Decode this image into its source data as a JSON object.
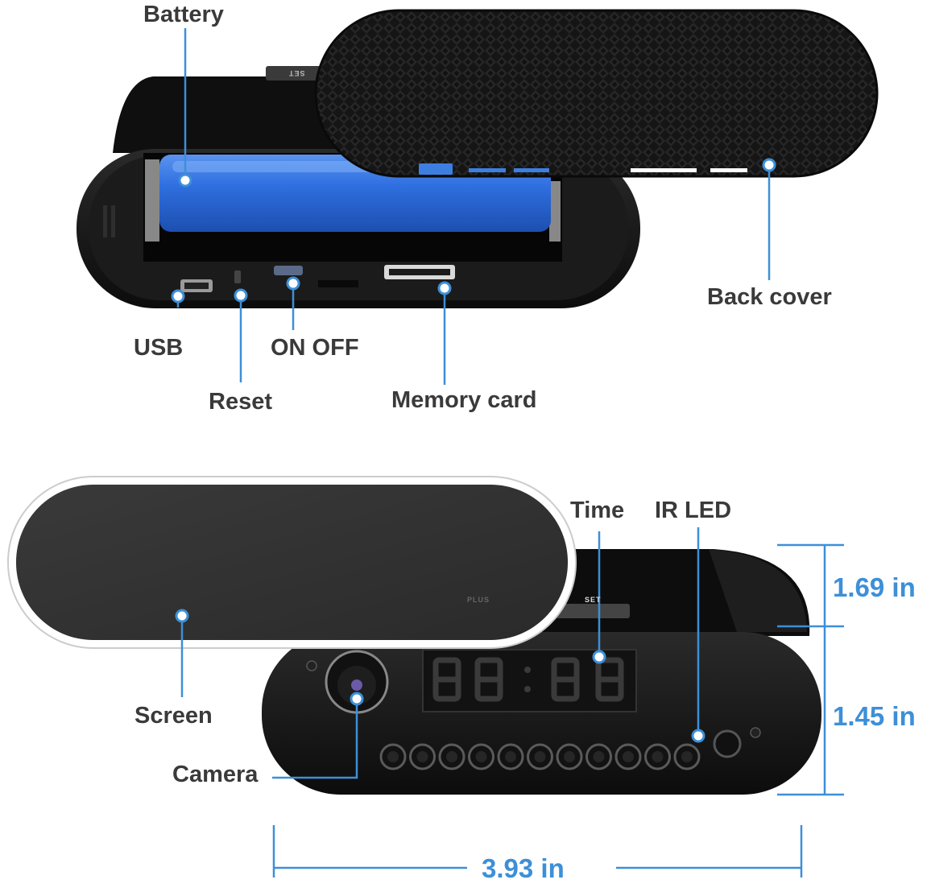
{
  "colors": {
    "callout": "#3d8fd8",
    "label_text": "#3a3a3a",
    "device_body": "#1a1a1a",
    "battery": "#2f6fe0",
    "dimension_text": "#3d8fd8"
  },
  "top_view": {
    "labels": {
      "battery": "Battery",
      "back_cover": "Back cover",
      "usb": "USB",
      "reset": "Reset",
      "on_off": "ON OFF",
      "memory_card": "Memory card"
    },
    "button_label": "SET"
  },
  "bottom_view": {
    "labels": {
      "time": "Time",
      "ir_led": "IR LED",
      "screen": "Screen",
      "camera": "Camera"
    },
    "buttons": {
      "plus": "PLUS",
      "set": "SET"
    },
    "ir_led_count": 11
  },
  "dimensions": {
    "top_height": "1.69 in",
    "body_height": "1.45 in",
    "width": "3.93 in"
  }
}
